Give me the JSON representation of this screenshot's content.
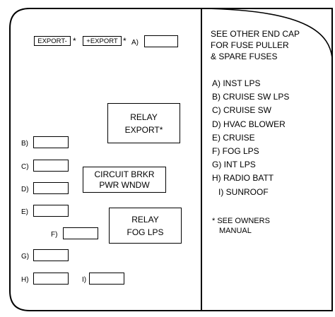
{
  "header_note": [
    "SEE OTHER END CAP",
    "FOR FUSE PULLER",
    "& SPARE FUSES"
  ],
  "top_row": {
    "export_minus": "EXPORT-",
    "star1": "*",
    "plus_export": "+EXPORT",
    "star2": "*",
    "a_label": "A)"
  },
  "relays": {
    "export": [
      "RELAY",
      "EXPORT*"
    ],
    "circuit_brkr": [
      "CIRCUIT BRKR",
      "PWR WNDW"
    ],
    "fog": [
      "RELAY",
      "FOG LPS"
    ]
  },
  "slot_labels": {
    "b": "B)",
    "c": "C)",
    "d": "D)",
    "e": "E)",
    "f": "F)",
    "g": "G)",
    "h": "H)",
    "i": "I)"
  },
  "legend": [
    "A) INST LPS",
    "B) CRUISE SW LPS",
    "C) CRUISE SW",
    "D) HVAC BLOWER",
    "E) CRUISE",
    "F) FOG LPS",
    "G) INT LPS",
    "H) RADIO BATT",
    "I) SUNROOF"
  ],
  "footnote": [
    "* SEE OWNERS",
    "MANUAL"
  ]
}
